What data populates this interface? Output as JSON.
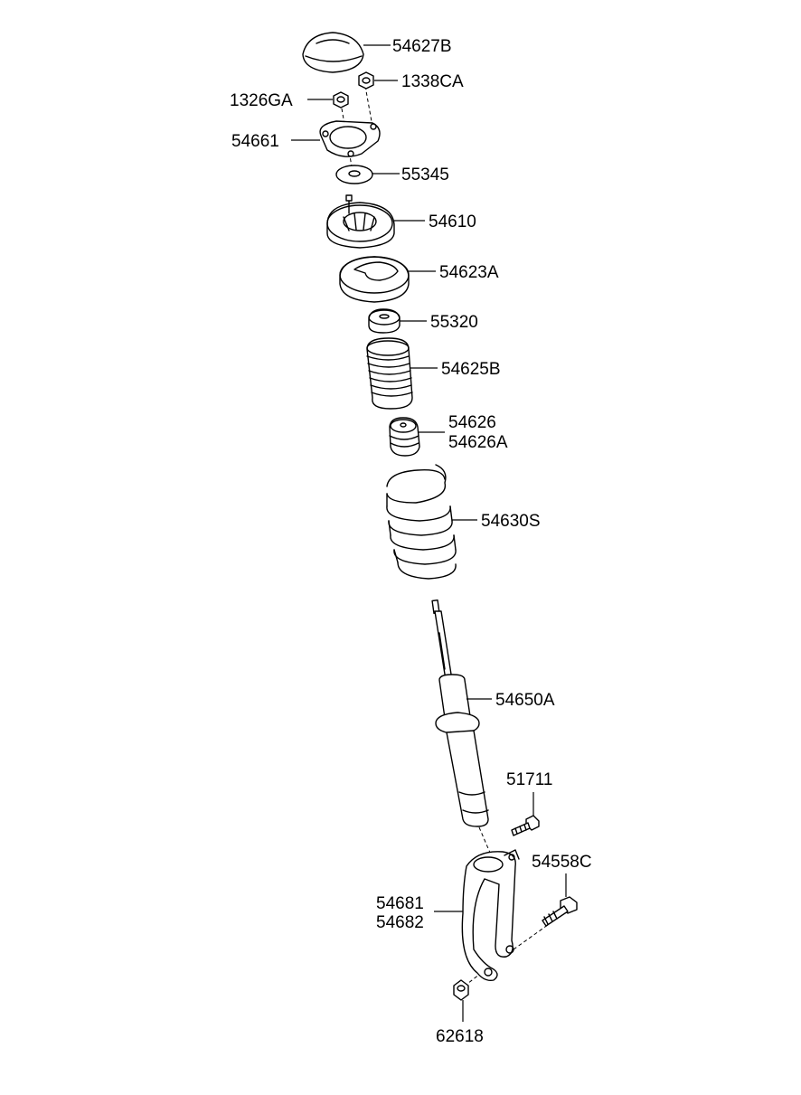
{
  "parts": [
    {
      "id": "p1",
      "label": "54627B"
    },
    {
      "id": "p2",
      "label": "1338CA"
    },
    {
      "id": "p3",
      "label": "1326GA"
    },
    {
      "id": "p4",
      "label": "54661"
    },
    {
      "id": "p5",
      "label": "55345"
    },
    {
      "id": "p6",
      "label": "54610"
    },
    {
      "id": "p7",
      "label": "54623A"
    },
    {
      "id": "p8",
      "label": "55320"
    },
    {
      "id": "p9",
      "label": "54625B"
    },
    {
      "id": "p10",
      "label": "54626"
    },
    {
      "id": "p11",
      "label": "54626A"
    },
    {
      "id": "p12",
      "label": "54630S"
    },
    {
      "id": "p13",
      "label": "54650A"
    },
    {
      "id": "p14",
      "label": "51711"
    },
    {
      "id": "p15",
      "label": "54558C"
    },
    {
      "id": "p16",
      "label": "54681"
    },
    {
      "id": "p17",
      "label": "54682"
    },
    {
      "id": "p18",
      "label": "62618"
    }
  ]
}
